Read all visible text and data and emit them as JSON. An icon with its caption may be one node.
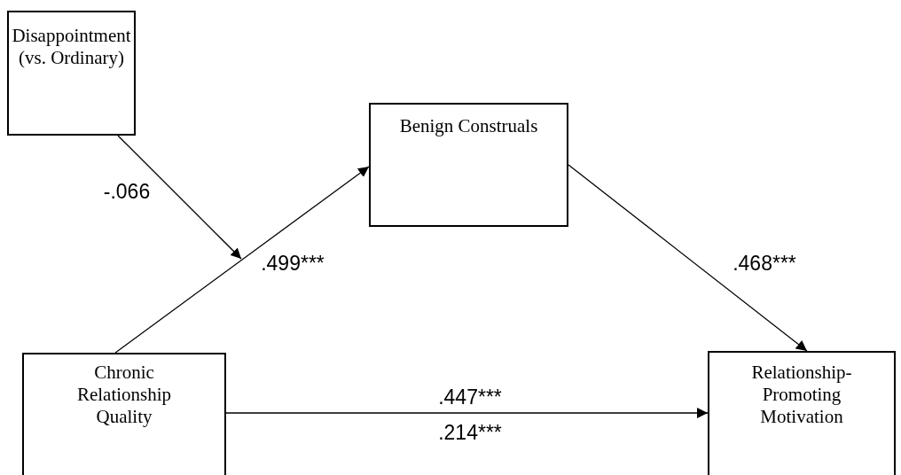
{
  "diagram": {
    "nodes": [
      {
        "text": [
          "Disappointment (vs. Ordinary)"
        ]
      },
      {
        "text": [
          "Benign Construals"
        ]
      },
      {
        "text": [
          "Chronic Relationship Quality"
        ]
      },
      {
        "text": [
          "Relationship-Promoting Motivation"
        ]
      }
    ],
    "edges": [
      {
        "from": 0,
        "to": null,
        "arrow": "to",
        "label": "-.066"
      },
      {
        "from": 2,
        "to": 1,
        "arrow": "to",
        "label": ".499***"
      },
      {
        "from": 1,
        "to": 3,
        "arrow": "to",
        "label": ".468***"
      },
      {
        "from": 2,
        "to": 3,
        "arrow": "to",
        "label": ".447***"
      }
    ],
    "labels": [
      ".214***"
    ]
  }
}
